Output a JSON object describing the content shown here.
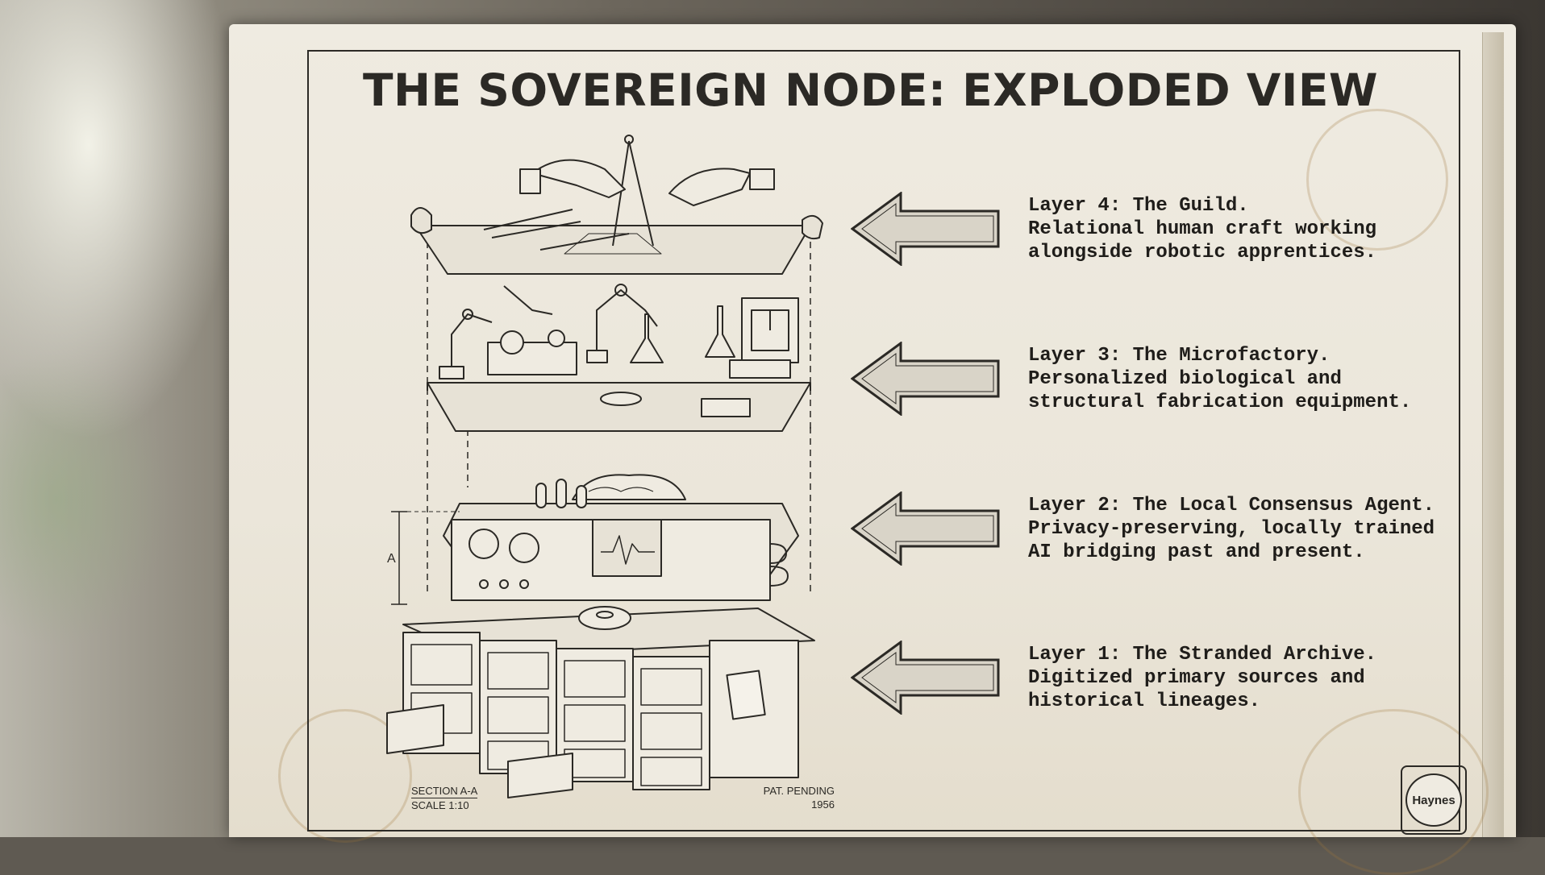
{
  "title": "THE SOVEREIGN NODE: EXPLODED VIEW",
  "layers": [
    {
      "heading": "Layer 4: The Guild.",
      "lines": [
        "Relational human craft working",
        "alongside robotic apprentices."
      ]
    },
    {
      "heading": "Layer 3: The Microfactory.",
      "lines": [
        "Personalized biological and",
        "structural fabrication equipment."
      ]
    },
    {
      "heading": "Layer 2: The Local Consensus Agent.",
      "lines": [
        "Privacy-preserving, locally trained",
        "AI bridging past and present."
      ]
    },
    {
      "heading": "Layer 1: The Stranded Archive.",
      "lines": [
        "Digitized primary sources and",
        "historical lineages."
      ]
    }
  ],
  "dimension_label": "A",
  "section_label": "SECTION A-A",
  "scale_label": "SCALE 1:10",
  "patent_label": "PAT. PENDING",
  "patent_year": "1956",
  "logo_text": "Haynes",
  "colors": {
    "ink": "#2b2925",
    "paper": "#efebe1",
    "arrow_fill": "#d9d4c8"
  },
  "icons": [
    "drafting-hands-icon",
    "robot-arm-icon",
    "3d-printer-icon",
    "brain-console-icon",
    "filing-cabinet-icon",
    "film-reel-icon",
    "arrow-left-icon"
  ]
}
